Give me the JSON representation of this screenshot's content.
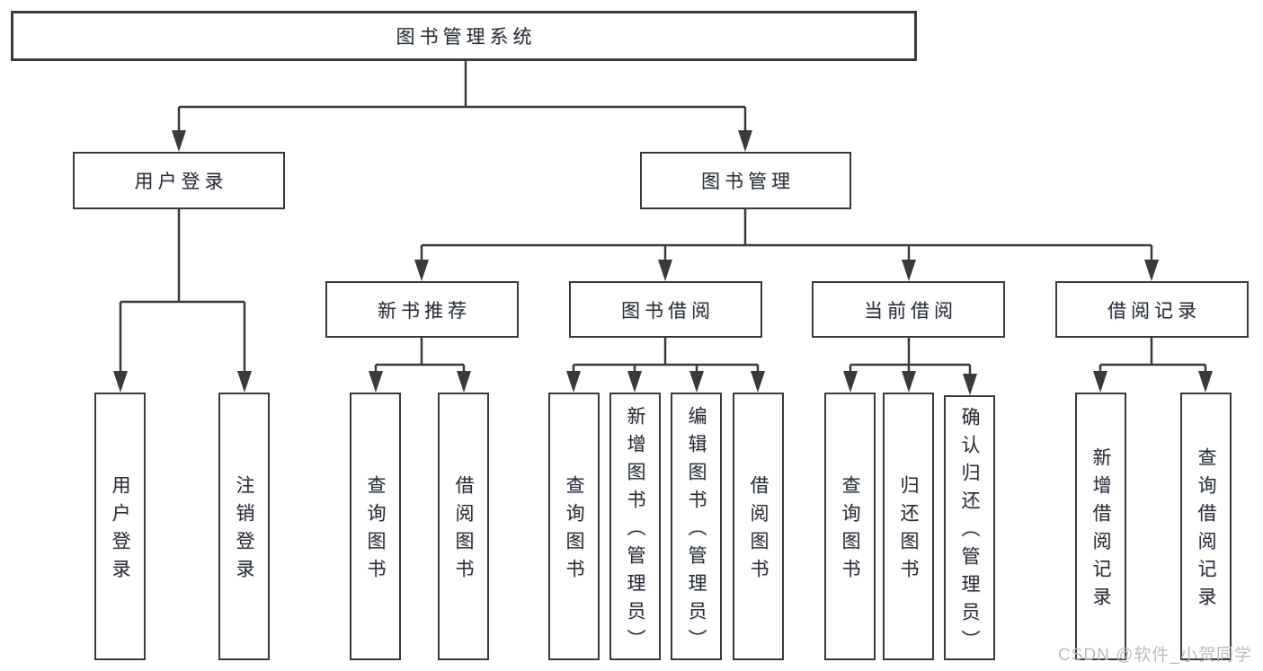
{
  "diagram_title": "图书管理系统",
  "tree": {
    "label": "图书管理系统",
    "children": [
      {
        "label": "用户登录",
        "children": [
          {
            "label": "用户登录"
          },
          {
            "label": "注销登录"
          }
        ]
      },
      {
        "label": "图书管理",
        "children": [
          {
            "label": "新书推荐",
            "children": [
              {
                "label": "查询图书"
              },
              {
                "label": "借阅图书"
              }
            ]
          },
          {
            "label": "图书借阅",
            "children": [
              {
                "label": "查询图书"
              },
              {
                "label": "新增图书（管理员）"
              },
              {
                "label": "编辑图书（管理员）"
              },
              {
                "label": "借阅图书"
              }
            ]
          },
          {
            "label": "当前借阅",
            "children": [
              {
                "label": "查询图书"
              },
              {
                "label": "归还图书"
              },
              {
                "label": "确认归还（管理员）"
              }
            ]
          },
          {
            "label": "借阅记录",
            "children": [
              {
                "label": "新增借阅记录"
              },
              {
                "label": "查询借阅记录"
              }
            ]
          }
        ]
      }
    ]
  },
  "watermark": "CSDN @软件_小贺同学",
  "colors": {
    "background": "#ffffff",
    "line": "#3a3a3a",
    "box_border": "#3a3a3a",
    "text": "#2e2e2e",
    "watermark": "#bcbcbc"
  }
}
